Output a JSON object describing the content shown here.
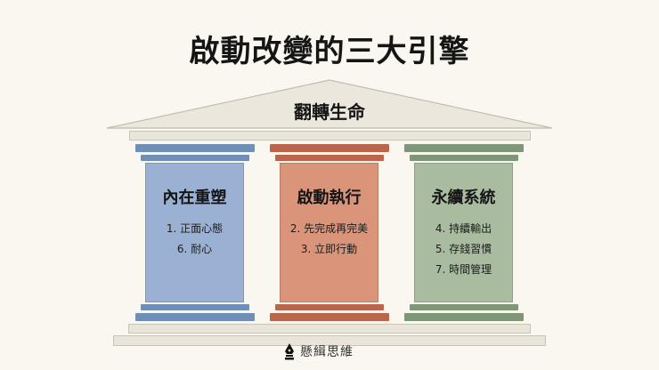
{
  "title": "啟動改變的三大引擎",
  "roof": {
    "label": "翻轉生命"
  },
  "pillars": [
    {
      "title": "內在重塑",
      "items": [
        "1. 正面心態",
        "6. 耐心"
      ],
      "colors": {
        "dark": "#6f8fb6",
        "shaft": "#9ab1d4"
      }
    },
    {
      "title": "啟動執行",
      "items": [
        "2. 先完成再完美",
        "3. 立即行動"
      ],
      "colors": {
        "dark": "#b9664d",
        "shaft": "#d9947a"
      }
    },
    {
      "title": "永續系統",
      "items": [
        "4. 持續輸出",
        "5. 存錢習慣",
        "7. 時間管理"
      ],
      "colors": {
        "dark": "#7f9677",
        "shaft": "#a9bca0"
      }
    }
  ],
  "footer": {
    "icon": "fountain-pen-nib-icon",
    "text": "懸緝思維"
  },
  "colors": {
    "background": "#f9f7f0",
    "stone": "#e9e5da",
    "stone_border": "#c9c4b6"
  }
}
